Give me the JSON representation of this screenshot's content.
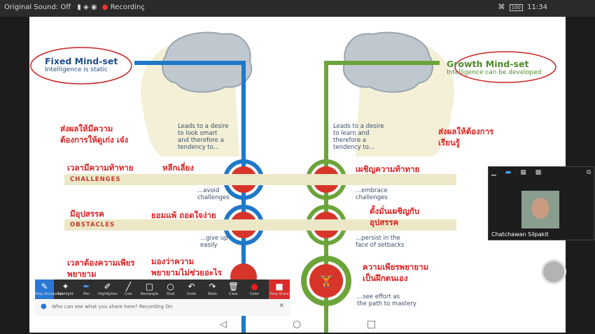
{
  "status_bar": {
    "left_text": "Original Sound: Off",
    "recording_label": "Recording...",
    "time": "11:34",
    "battery": "100"
  },
  "slide": {
    "fixed": {
      "title": "Fixed Mind-set",
      "subtitle": "Intelligence is static"
    },
    "growth": {
      "title": "Growth Mind-set",
      "subtitle": "Intelligence can be developed"
    },
    "fixed_desire": [
      "Leads to a desire",
      "to look smart",
      "and therefore a",
      "tendency to..."
    ],
    "growth_desire": [
      "Leads to a desire",
      "to learn and",
      "therefore a",
      "tendency to..."
    ],
    "rows": {
      "challenges": {
        "label": "CHALLENGES",
        "fixed": [
          "...avoid",
          "challenges"
        ],
        "growth": [
          "...embrace",
          "challenges"
        ]
      },
      "obstacles": {
        "label": "OBSTACLES",
        "fixed": [
          "...give up",
          "easily"
        ],
        "growth": [
          "...persist in the",
          "face of setbacks"
        ]
      },
      "effort": {
        "growth": [
          "...see effort as",
          "the path to mastery"
        ]
      }
    },
    "annotations": {
      "left_result": [
        "ส่งผลให้มีความ",
        "ต้องการให้ดูเก่ง เจ๋ง"
      ],
      "right_result": [
        "ส่งผลให้ต้องการ",
        "เรียนรู้"
      ],
      "challenge_row": "เวลามีความท้าทาย",
      "fixed_challenge": "หลีกเลี่ยง",
      "growth_challenge": "เผชิญความท้าทาย",
      "obstacle_row": "มีอุปสรรค",
      "fixed_obstacle": "ยอมแพ้ ถอดใจง่าย",
      "growth_obstacle": [
        "ตั้งมั่นเผชิญกับ",
        "อุปสรรค"
      ],
      "effort_row": [
        "เวลาต้องความเพียร",
        "พยายาม"
      ],
      "fixed_effort": [
        "มองว่าความ",
        "พยายามไม่ช่วยอะไร"
      ],
      "growth_effort": [
        "ความเพียรพยายาม",
        "เป็นฝึกตนเอง"
      ]
    }
  },
  "toolbar": {
    "tools": [
      {
        "label": "Stop Annotation"
      },
      {
        "label": "Spotlight"
      },
      {
        "label": "Pen"
      },
      {
        "label": "Highlighter"
      },
      {
        "label": "Line"
      },
      {
        "label": "Rectangle"
      },
      {
        "label": "Oval"
      },
      {
        "label": "Undo"
      },
      {
        "label": "Redo"
      },
      {
        "label": "Clear"
      },
      {
        "label": "Color"
      },
      {
        "label": "Stop Share"
      }
    ],
    "share_notice": "Who can see what you share here? Recording On"
  },
  "video": {
    "participant_name": "Chatchawan Silpakit"
  },
  "colors": {
    "fixed_blue": "#1f78c8",
    "growth_green": "#6ca43a",
    "annotation_red": "#dc1f1f"
  }
}
